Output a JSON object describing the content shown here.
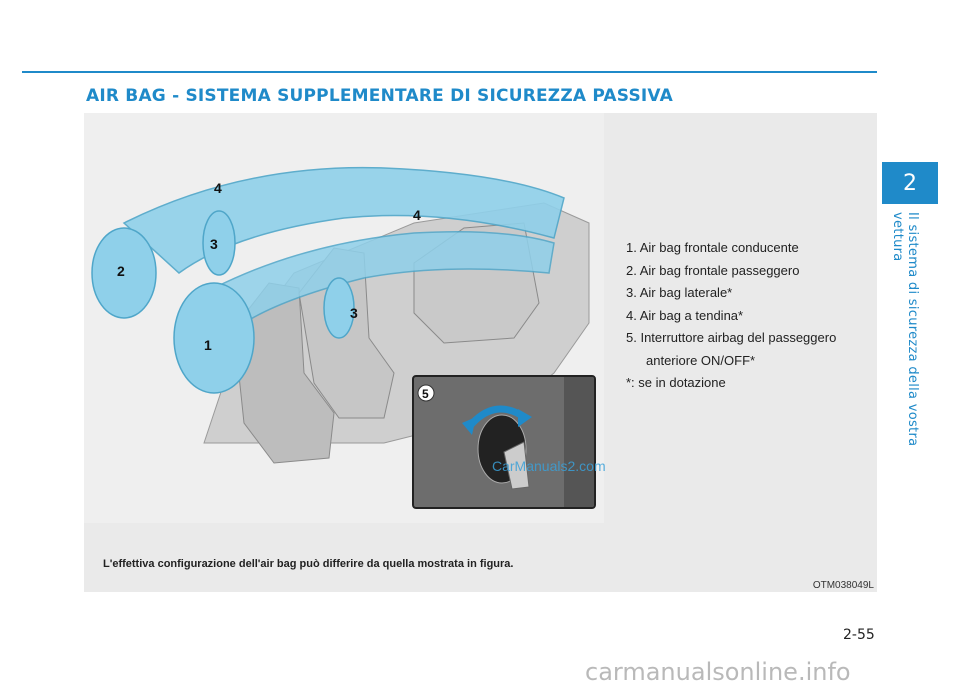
{
  "header": {
    "title": "AIR BAG - SISTEMA SUPPLEMENTARE DI SICUREZZA PASSIVA"
  },
  "sidebar": {
    "chapter_number": "2",
    "chapter_title": "Il sistema di sicurezza della vostra vettura"
  },
  "figure": {
    "callouts": [
      "1",
      "2",
      "3",
      "3",
      "4",
      "4",
      "5"
    ],
    "legend": [
      "1. Air bag frontale conducente",
      "2. Air bag frontale passeggero",
      "3. Air bag laterale*",
      "4. Air bag a tendina*",
      "5. Interruttore airbag del passeggero",
      "anteriore ON/OFF*",
      "*: se in dotazione"
    ],
    "caption": "L'effettiva configurazione dell'air bag può differire da quella mostrata in figura.",
    "code": "OTM038049L",
    "watermark": "CarManuals2.com"
  },
  "footer": {
    "page_number": "2-55",
    "site": "carmanualsonline.info"
  },
  "colors": {
    "accent": "#1f8ac9",
    "airbag": "#8fd0ea"
  }
}
